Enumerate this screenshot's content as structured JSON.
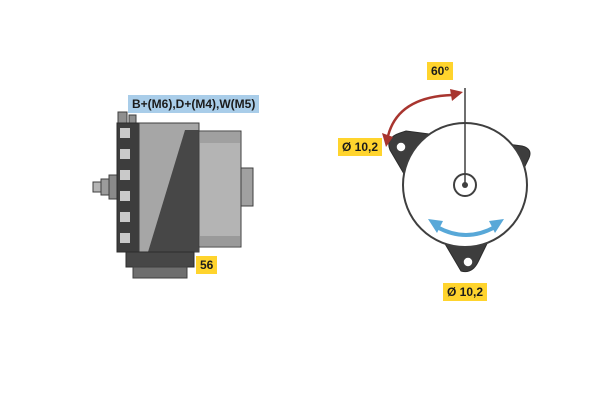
{
  "window": {
    "background": "#ffffff"
  },
  "side_view": {
    "terminals_label": "B+(M6),D+(M4),W(M5)",
    "foot_label": "56"
  },
  "front_view": {
    "angle_label": "60°",
    "top_hole_label": "Ø 10,2",
    "bottom_hole_label": "Ø 10,2"
  },
  "colors": {
    "label_yellow_bg": "#ffd42d",
    "label_blue_bg": "#a9cde9",
    "label_text": "#1b1b1b",
    "drawing_dark": "#3d3d3d",
    "drawing_grey": "#a6a6a6",
    "drawing_light": "#c9c9c9",
    "outline": "#2f2f2f",
    "angle_arrow_red": "#a8352f",
    "rotation_arrow_blue": "#58a8d8"
  }
}
